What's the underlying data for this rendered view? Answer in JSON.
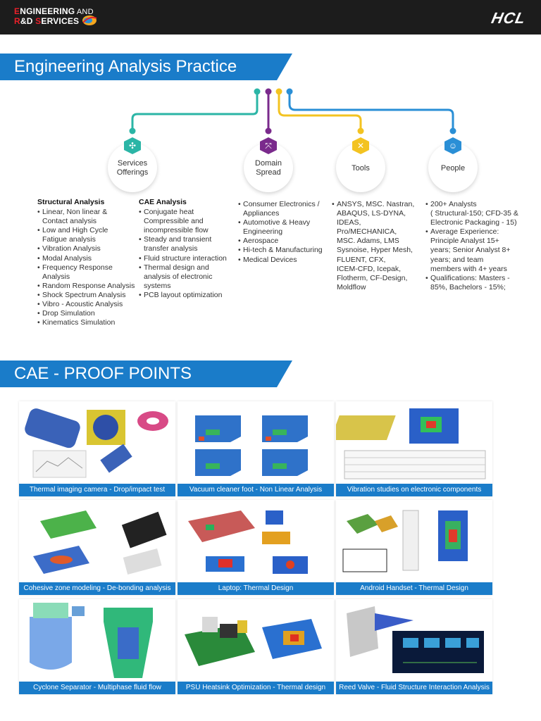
{
  "header": {
    "brand_line1_first": "E",
    "brand_line1_rest": "NGINEERING",
    "brand_line1_and": " AND",
    "brand_line2_first": "R",
    "brand_line2_mid": "&D ",
    "brand_line2_s": "S",
    "brand_line2_rest": "ERVICES",
    "logo": "HCL"
  },
  "section1": {
    "title": "Engineering Analysis  Practice"
  },
  "nodes": [
    {
      "line1": "Services",
      "line2": "Offerings",
      "icon": "network-icon",
      "color": "#2bb5a6"
    },
    {
      "line1": "Domain",
      "line2": "Spread",
      "icon": "expand-icon",
      "color": "#7a2a8c"
    },
    {
      "line1": "Tools",
      "line2": "",
      "icon": "tools-icon",
      "color": "#f3c321"
    },
    {
      "line1": "People",
      "line2": "",
      "icon": "person-icon",
      "color": "#2a8fd6"
    }
  ],
  "structural": {
    "title": "Structural Analysis",
    "items": [
      "Linear, Non linear &\nContact analysis",
      "Low and High Cycle\nFatigue analysis",
      "Vibration Analysis",
      "Modal Analysis",
      "Frequency Response\nAnalysis",
      "Random Response Analysis",
      "Shock Spectrum Analysis",
      "Vibro - Acoustic Analysis",
      "Drop Simulation",
      "Kinematics Simulation"
    ]
  },
  "cae": {
    "title": "CAE Analysis",
    "items": [
      "Conjugate heat\nCompressible and\nincompressible flow",
      "Steady and transient\ntransfer analysis",
      "Fluid structure interaction",
      "Thermal design and\nanalysis of  electronic\nsystems",
      "PCB layout optimization"
    ]
  },
  "domain": {
    "items": [
      "Consumer Electronics /\nAppliances",
      "Automotive & Heavy\nEngineering",
      "Aerospace",
      "Hi-tech & Manufacturing",
      "Medical Devices"
    ]
  },
  "tools": {
    "items": [
      "ANSYS, MSC. Nastran,\nABAQUS, LS-DYNA,\nIDEAS,\nPro/MECHANICA,\nMSC. Adams, LMS\nSysnoise, Hyper Mesh,\nFLUENT, CFX,\nICEM-CFD, Icepak,\nFlotherm, CF-Design,\nMoldflow"
    ]
  },
  "people": {
    "items": [
      "200+ Analysts\n( Structural-150; CFD-35 &\nElectronic Packaging - 15)",
      "Average Experience:\nPrinciple Analyst 15+\nyears; Senior Analyst 8+\nyears; and team\nmembers with 4+ years",
      "Qualifications: Masters -\n85%, Bachelors - 15%;"
    ]
  },
  "section2": {
    "title": "CAE - PROOF POINTS"
  },
  "cards": [
    {
      "caption": "Thermal imaging  camera - Drop/impact test"
    },
    {
      "caption": "Vacuum cleaner foot - Non Linear Analysis"
    },
    {
      "caption": "Vibration studies on electronic components"
    },
    {
      "caption": "Cohesive zone modeling - De-bonding analysis"
    },
    {
      "caption": "Laptop: Thermal Design"
    },
    {
      "caption": "Android Handset - Thermal Design"
    },
    {
      "caption": "Cyclone Separator - Multiphase fluid flow"
    },
    {
      "caption": "PSU Heatsink Optimization - Thermal design"
    },
    {
      "caption": "Reed Valve - Fluid Structure Interaction Analysis"
    }
  ],
  "colors": {
    "accent": "#1a7cc9",
    "header_bg": "#1c1c1c",
    "brand_red": "#e8202a"
  }
}
